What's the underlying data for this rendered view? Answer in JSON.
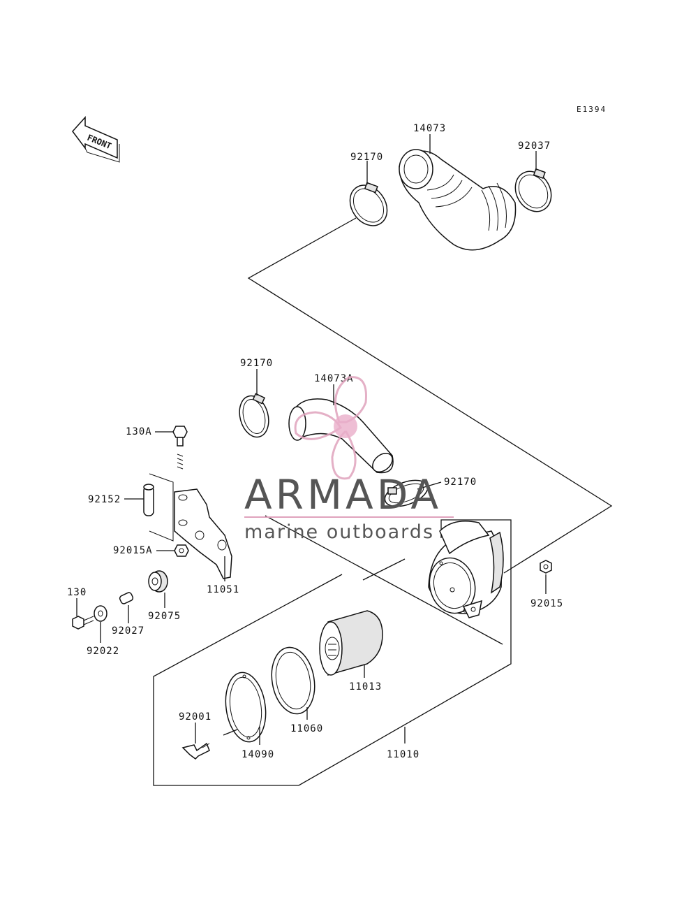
{
  "diagram": {
    "code": "E1394",
    "front_label": "FRONT",
    "labels": {
      "p14073": "14073",
      "p92037": "92037",
      "p92170_top": "92170",
      "p92170_mid": "92170",
      "p14073A": "14073A",
      "p92170_right": "92170",
      "p130A": "130A",
      "p92152": "92152",
      "p92015A": "92015A",
      "p11051": "11051",
      "p130": "130",
      "p92027": "92027",
      "p92075": "92075",
      "p92022": "92022",
      "p92015": "92015",
      "p11013": "11013",
      "p11060": "11060",
      "p92001": "92001",
      "p14090": "14090",
      "p11010": "11010"
    }
  },
  "watermark": {
    "brand": "ARMADA",
    "tagline": "marine outboards",
    "colors": {
      "text": "#555555",
      "logo": "#e0a3bd",
      "logo_hub": "#e6a0c0"
    }
  }
}
